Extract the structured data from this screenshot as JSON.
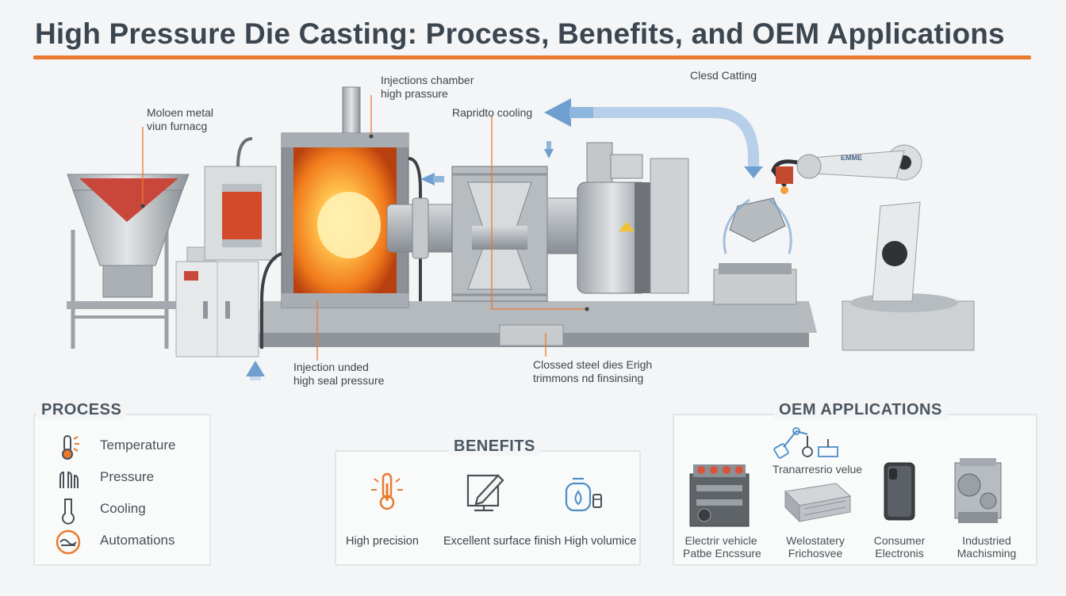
{
  "header": {
    "title": "High Pressure Die Casting: Process, Benefits, and OEM Applications"
  },
  "diagram": {
    "labels": {
      "furnace": [
        "Moloen metal",
        "viun furnacg"
      ],
      "chamber": [
        "Injections chamber",
        "high prassure"
      ],
      "cooling": "Rapridto cooling",
      "closed": "Clesd Catting",
      "injection": [
        "Injection unded",
        "high seal pressure"
      ],
      "dies": [
        "Clossed steel dies Erigh",
        "trimmons nd finsinsing"
      ]
    },
    "robot_brand": "EMME"
  },
  "process": {
    "title": "PROCESS",
    "items": [
      {
        "label": "Temperature",
        "icon": "thermometer-icon"
      },
      {
        "label": "Pressure",
        "icon": "pressure-icon"
      },
      {
        "label": "Cooling",
        "icon": "cooling-icon"
      },
      {
        "label": "Automations",
        "icon": "automation-icon"
      }
    ]
  },
  "benefits": {
    "title": "BENEFITS",
    "items": [
      {
        "label": "High precision",
        "icon": "precision-thermometer-icon"
      },
      {
        "label": "Excellent surface finish High volumice",
        "icon": "surface-finish-icon"
      },
      {
        "label": "",
        "icon": "volume-icon"
      }
    ]
  },
  "oem": {
    "title": "OEM APPLICATIONS",
    "transmission": "Tranarresrio velue",
    "items": [
      {
        "line1": "Electrir vehicle",
        "line2": "Patbe Encssure"
      },
      {
        "line1": "Welostatery",
        "line2": "Frichosvee"
      },
      {
        "line1": "Consumer",
        "line2": "Electronis"
      },
      {
        "line1": "Industried",
        "line2": "Machisming"
      }
    ]
  },
  "colors": {
    "accent": "#e97a2f",
    "arrow": "#6f9fd0",
    "steel": "#a9aeb3",
    "heat": "#f4a23a"
  }
}
